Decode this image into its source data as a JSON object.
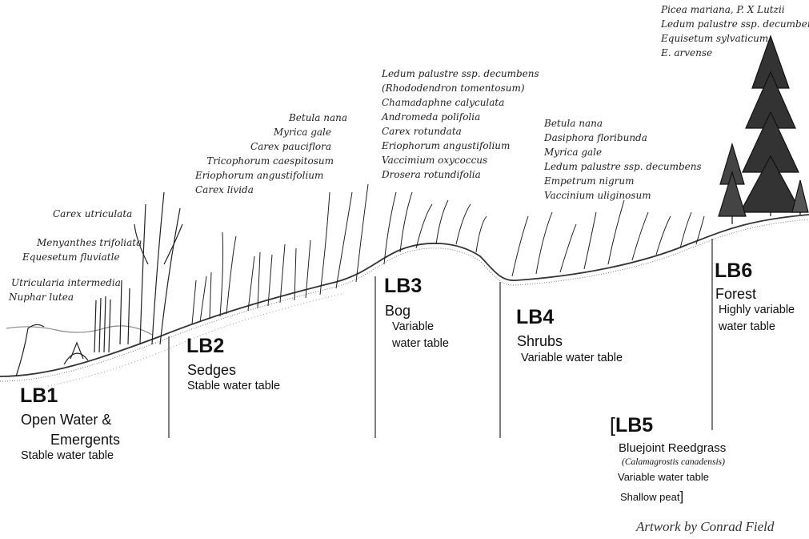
{
  "zones": [
    {
      "code": "LB1",
      "name_lines": [
        "Open Water &",
        "Emergents"
      ],
      "description": [
        "Stable water table"
      ]
    },
    {
      "code": "LB2",
      "name_lines": [
        "Sedges"
      ],
      "description": [
        "Stable water table"
      ]
    },
    {
      "code": "LB3",
      "name_lines": [
        "Bog"
      ],
      "description": [
        "Variable",
        "water table"
      ]
    },
    {
      "code": "LB4",
      "name_lines": [
        "Shrubs"
      ],
      "description": [
        "Variable water table"
      ]
    },
    {
      "code": "LB5",
      "code_prefix": "[",
      "name_lines": [
        "Bluejoint Reedgrass"
      ],
      "scientific": "(Calamagrostis canadensis)",
      "description": [
        "Variable water table",
        "Shallow peat"
      ],
      "description_suffix": "]"
    },
    {
      "code": "LB6",
      "name_lines": [
        "Forest"
      ],
      "description": [
        "Highly variable",
        "water table"
      ]
    }
  ],
  "species_groups": {
    "lb1_emergents": [
      "Carex utriculata",
      "Menyanthes trifoliata",
      "Equesetum fluviatle"
    ],
    "lb1_water": [
      "Utricularia intermedia",
      "Nuphar lutea"
    ],
    "lb2": [
      "Betula nana",
      "Myrica gale",
      "Carex pauciflora",
      "Tricophorum caespitosum",
      "Eriophorum angustifolium",
      "Carex livida"
    ],
    "lb3": [
      "Ledum palustre ssp. decumbens",
      "(Rhododendron tomentosum)",
      "Chamadaphne calyculata",
      "Andromeda polifolia",
      "Carex rotundata",
      "Eriophorum angustifolium",
      "Vaccimium oxycoccus",
      "Drosera rotundifolia"
    ],
    "lb4": [
      "Betula nana",
      "Dasiphora floribunda",
      "Myrica gale",
      "Ledum palustre ssp. decumbens",
      "Empetrum nigrum",
      "Vaccinium uliginosum"
    ],
    "lb6": [
      "Picea mariana, P. X Lutzii",
      "Ledum palustre ssp. decumbens",
      "Equisetum sylvaticum",
      "E. arvense"
    ]
  },
  "credit": "Artwork by Conrad Field",
  "colors": {
    "ink": "#111111",
    "ground": "#555555",
    "water": "#8a8a8a"
  }
}
